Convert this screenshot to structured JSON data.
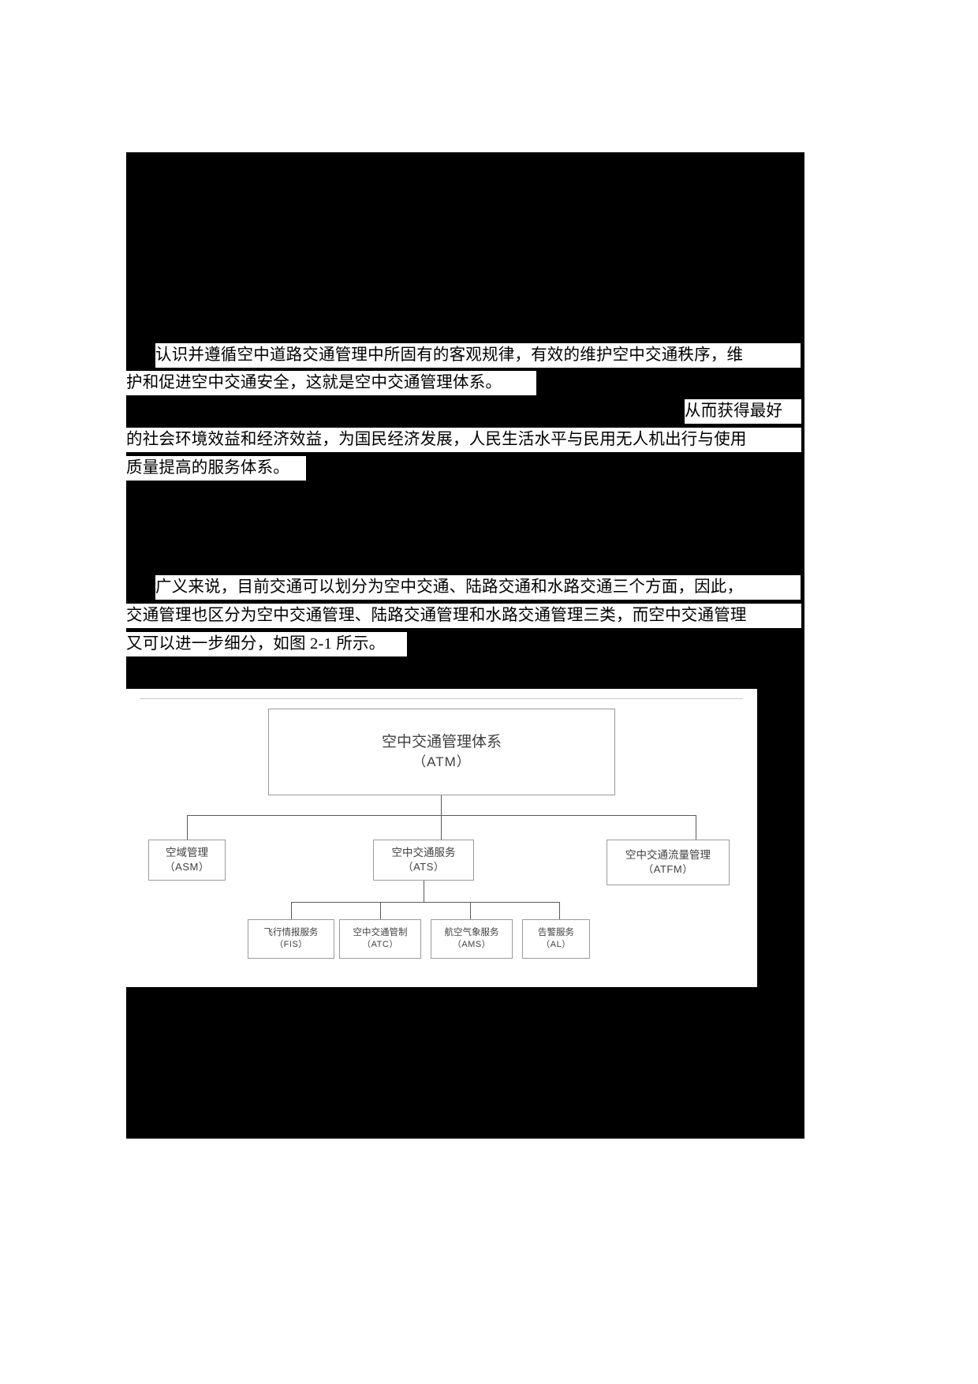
{
  "document": {
    "paragraphs": [
      {
        "id": "p1",
        "lines": [
          "认识并遵循空中道路交通管理中所固有的客观规律，有效的维护空中交通秩序，维",
          "护和促进空中交通安全，这就是空中交通管理体系。"
        ]
      },
      {
        "id": "p2",
        "lines": [
          "从而获得最好",
          "的社会环境效益和经济效益，为国民经济发展，人民生活水平与民用无人机出行与使用",
          "质量提高的服务体系。"
        ]
      },
      {
        "id": "p3",
        "lines": [
          "广义来说，目前交通可以划分为空中交通、陆路交通和水路交通三个方面，因此，",
          "交通管理也区分为空中交通管理、陆路交通管理和水路交通管理三类，而空中交通管理",
          "又可以进一步细分，如图 2-1 所示。"
        ]
      }
    ],
    "figure": {
      "root": {
        "name": "空中交通管理体系",
        "abbr": "（ATM）"
      },
      "level2": [
        {
          "name": "空域管理",
          "abbr": "（ASM）"
        },
        {
          "name": "空中交通服务",
          "abbr": "（ATS）"
        },
        {
          "name": "空中交通流量管理",
          "abbr": "（ATFM）"
        }
      ],
      "level3": [
        {
          "name": "飞行情报服务",
          "abbr": "（FIS）"
        },
        {
          "name": "空中交通管制",
          "abbr": "（ATC）"
        },
        {
          "name": "航空气象服务",
          "abbr": "（AMS）"
        },
        {
          "name": "告警服务",
          "abbr": "（AL）"
        }
      ]
    }
  }
}
